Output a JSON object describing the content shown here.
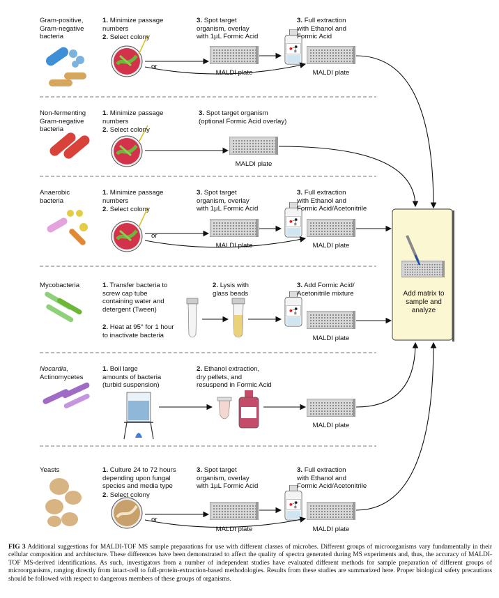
{
  "rows": [
    {
      "organism": "Gram-positive,\nGram-negative\nbacteria",
      "step1": "Minimize passage\nnumbers",
      "step2": "Select colony",
      "spot": "Spot target\norganism, overlay\nwith 1µL Formic Acid",
      "extract": "Full extraction\nwith Ethanol and\nFormic Acid",
      "or": "or",
      "plate_a": "MALDI plate",
      "plate_b": "MALDI plate"
    },
    {
      "organism": "Non-fermenting\nGram-negative\nbacteria",
      "step1": "Minimize passage\nnumbers",
      "step2": "Select colony",
      "spot": "Spot target organism\n(optional Formic Acid overlay)",
      "plate_a": "MALDI plate"
    },
    {
      "organism": "Anaerobic\nbacteria",
      "step1": "Minimize passage\nnumbers",
      "step2": "Select colony",
      "spot": "Spot target\norganism, overlay\nwith 1µL Formic Acid",
      "extract": "Full extraction\nwith Ethanol and\nFormic Acid/Acetonitrile",
      "or": "or",
      "plate_a": "MALDI plate",
      "plate_b": "MALDI plate"
    },
    {
      "organism": "Mycobacteria",
      "step1": "Transfer bacteria to\nscrew cap tube\ncontaining water and\ndetergent (Tween)",
      "step2": "Heat at 95° for 1 hour\nto inactivate bacteria",
      "lysis": "Lysis with\nglass beads",
      "extract": "Add Formic Acid/\nAcetonitrile mixture",
      "plate_b": "MALDI plate"
    },
    {
      "organism_italic": "Nocardia,",
      "organism": "Actinomycetes",
      "step1": "Boil large\namounts of bacteria\n(turbid suspension)",
      "ethanol": "Ethanol extraction,\ndry pellets, and\nresuspend in Formic Acid",
      "plate_b": "MALDI plate"
    },
    {
      "organism": "Yeasts",
      "step1": "Culture 24 to 72 hours\ndepending upon fungal\nspecies and media type",
      "step2": "Select colony",
      "spot": "Spot target\norganism, overlay\nwith 1µL Formic Acid",
      "extract": "Full extraction\nwith Ethanol and\nFormic Acid/Acetonitrile",
      "or": "or",
      "plate_a": "MALDI plate",
      "plate_b": "MALDI plate"
    }
  ],
  "numbers": {
    "n1": "1.",
    "n2": "2.",
    "n3": "3."
  },
  "final_box": "Add matrix to\nsample and\nanalyze",
  "caption_label": "FIG 3",
  "caption": "Additional suggestions for MALDI-TOF MS sample preparations for use with different classes of microbes. Different groups of microorganisms vary fundamentally in their cellular composition and architecture. These differences have been demonstrated to affect the quality of spectra generated during MS experiments and, thus, the accuracy of MALDI-TOF MS-derived identifications. As such, investigators from a number of independent studies have evaluated different methods for sample preparation of different groups of microorganisms, ranging directly from intact-cell to full-protein-extraction-based methodologies. Results from these studies are summarized here. Proper biological safety precautions should be followed with respect to dangerous members of these groups of organisms.",
  "colors": {
    "box_fill": "#fbf7d2",
    "dish_red": "#d2334a",
    "colony_green": "#6cb63a",
    "divider": "#777777"
  }
}
